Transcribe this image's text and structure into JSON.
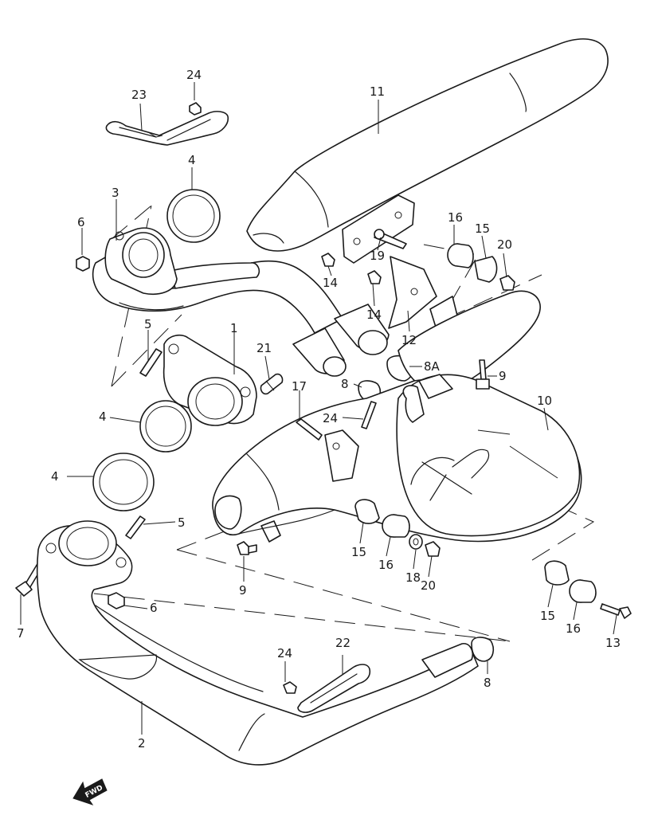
{
  "callouts": {
    "c1": "1",
    "c2": "2",
    "c3": "3",
    "c4a": "4",
    "c4b": "4",
    "c4c": "4",
    "c5a": "5",
    "c5b": "5",
    "c6a": "6",
    "c6b": "6",
    "c7": "7",
    "c8a": "8",
    "c8b": "8",
    "c8A": "8A",
    "c9a": "9",
    "c9b": "9",
    "c10": "10",
    "c11": "11",
    "c12": "12",
    "c13": "13",
    "c14a": "14",
    "c14b": "14",
    "c15a": "15",
    "c15b": "15",
    "c15c": "15",
    "c16a": "16",
    "c16b": "16",
    "c16c": "16",
    "c17": "17",
    "c18": "18",
    "c19": "19",
    "c20a": "20",
    "c20b": "20",
    "c21": "21",
    "c22": "22",
    "c23": "23",
    "c24a": "24",
    "c24b": "24",
    "c24c": "24"
  },
  "fwd_arrow": {
    "label": "FWD",
    "icon": "forward-arrow-icon"
  }
}
